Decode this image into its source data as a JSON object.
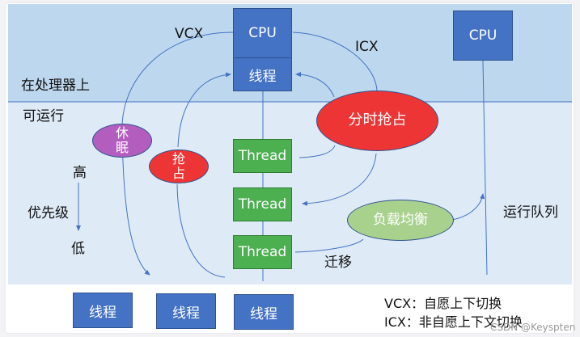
{
  "regions": {
    "on_processor": "在处理器上",
    "runnable": "可运行"
  },
  "cpu_left": {
    "cpu": "CPU",
    "thread": "线程"
  },
  "cpu_right": {
    "cpu": "CPU"
  },
  "queue_threads": [
    "Thread",
    "Thread",
    "Thread"
  ],
  "bottom_threads": [
    "线程",
    "线程",
    "线程"
  ],
  "ellipses": {
    "sleep": "休眠",
    "preempt": "抢占",
    "time_slice": "分时抢占",
    "load_balance": "负载均衡"
  },
  "labels": {
    "vcx": "VCX",
    "icx": "ICX",
    "high": "高",
    "priority": "优先级",
    "low": "低",
    "migrate": "迁移",
    "run_queue": "运行队列"
  },
  "legend": {
    "vcx": "VCX：自愿上下切换",
    "icx": "ICX：非自愿上下文切换"
  },
  "watermark": "CSDN @Keyspten",
  "colors": {
    "top_region": "#bdd7ee",
    "bottom_region": "#deebf7",
    "cpu_box": "#4472c4",
    "thread_box": "#4caf50",
    "sleep_ellipse": "#b35ebf",
    "preempt_ellipse": "#ee3535",
    "load_balance_ellipse": "#a9d18e",
    "line": "#4472c4"
  }
}
